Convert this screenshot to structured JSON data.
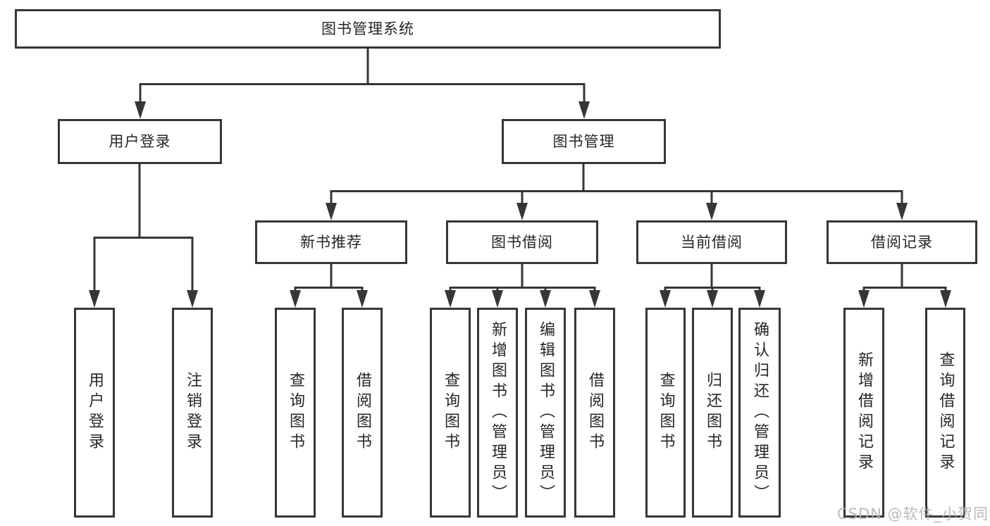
{
  "diagram": {
    "kind": "hierarchy-structure-chart",
    "colors": {
      "line": "#363636",
      "box_border": "#363636",
      "text": "#262626",
      "background": "#ffffff",
      "watermark": "#b3b3b3"
    },
    "root": {
      "label": "图书管理系统"
    },
    "level2": [
      {
        "label": "用户登录",
        "parent": "图书管理系统"
      },
      {
        "label": "图书管理",
        "parent": "图书管理系统"
      }
    ],
    "level3": [
      {
        "label": "新书推荐",
        "parent": "图书管理"
      },
      {
        "label": "图书借阅",
        "parent": "图书管理"
      },
      {
        "label": "当前借阅",
        "parent": "图书管理"
      },
      {
        "label": "借阅记录",
        "parent": "图书管理"
      }
    ],
    "leaves": [
      {
        "label": "用户登录",
        "parent": "用户登录"
      },
      {
        "label": "注销登录",
        "parent": "用户登录"
      },
      {
        "label": "查询图书",
        "parent": "新书推荐"
      },
      {
        "label": "借阅图书",
        "parent": "新书推荐"
      },
      {
        "label": "查询图书",
        "parent": "图书借阅"
      },
      {
        "label": "新增图书（管理员）",
        "parent": "图书借阅"
      },
      {
        "label": "编辑图书（管理员）",
        "parent": "图书借阅"
      },
      {
        "label": "借阅图书",
        "parent": "图书借阅"
      },
      {
        "label": "查询图书",
        "parent": "当前借阅"
      },
      {
        "label": "归还图书",
        "parent": "当前借阅"
      },
      {
        "label": "确认归还（管理员）",
        "parent": "当前借阅"
      },
      {
        "label": "新增借阅记录",
        "parent": "借阅记录"
      },
      {
        "label": "查询借阅记录",
        "parent": "借阅记录"
      }
    ],
    "watermark": {
      "text": "CSDN @软件_小贺同学"
    }
  }
}
